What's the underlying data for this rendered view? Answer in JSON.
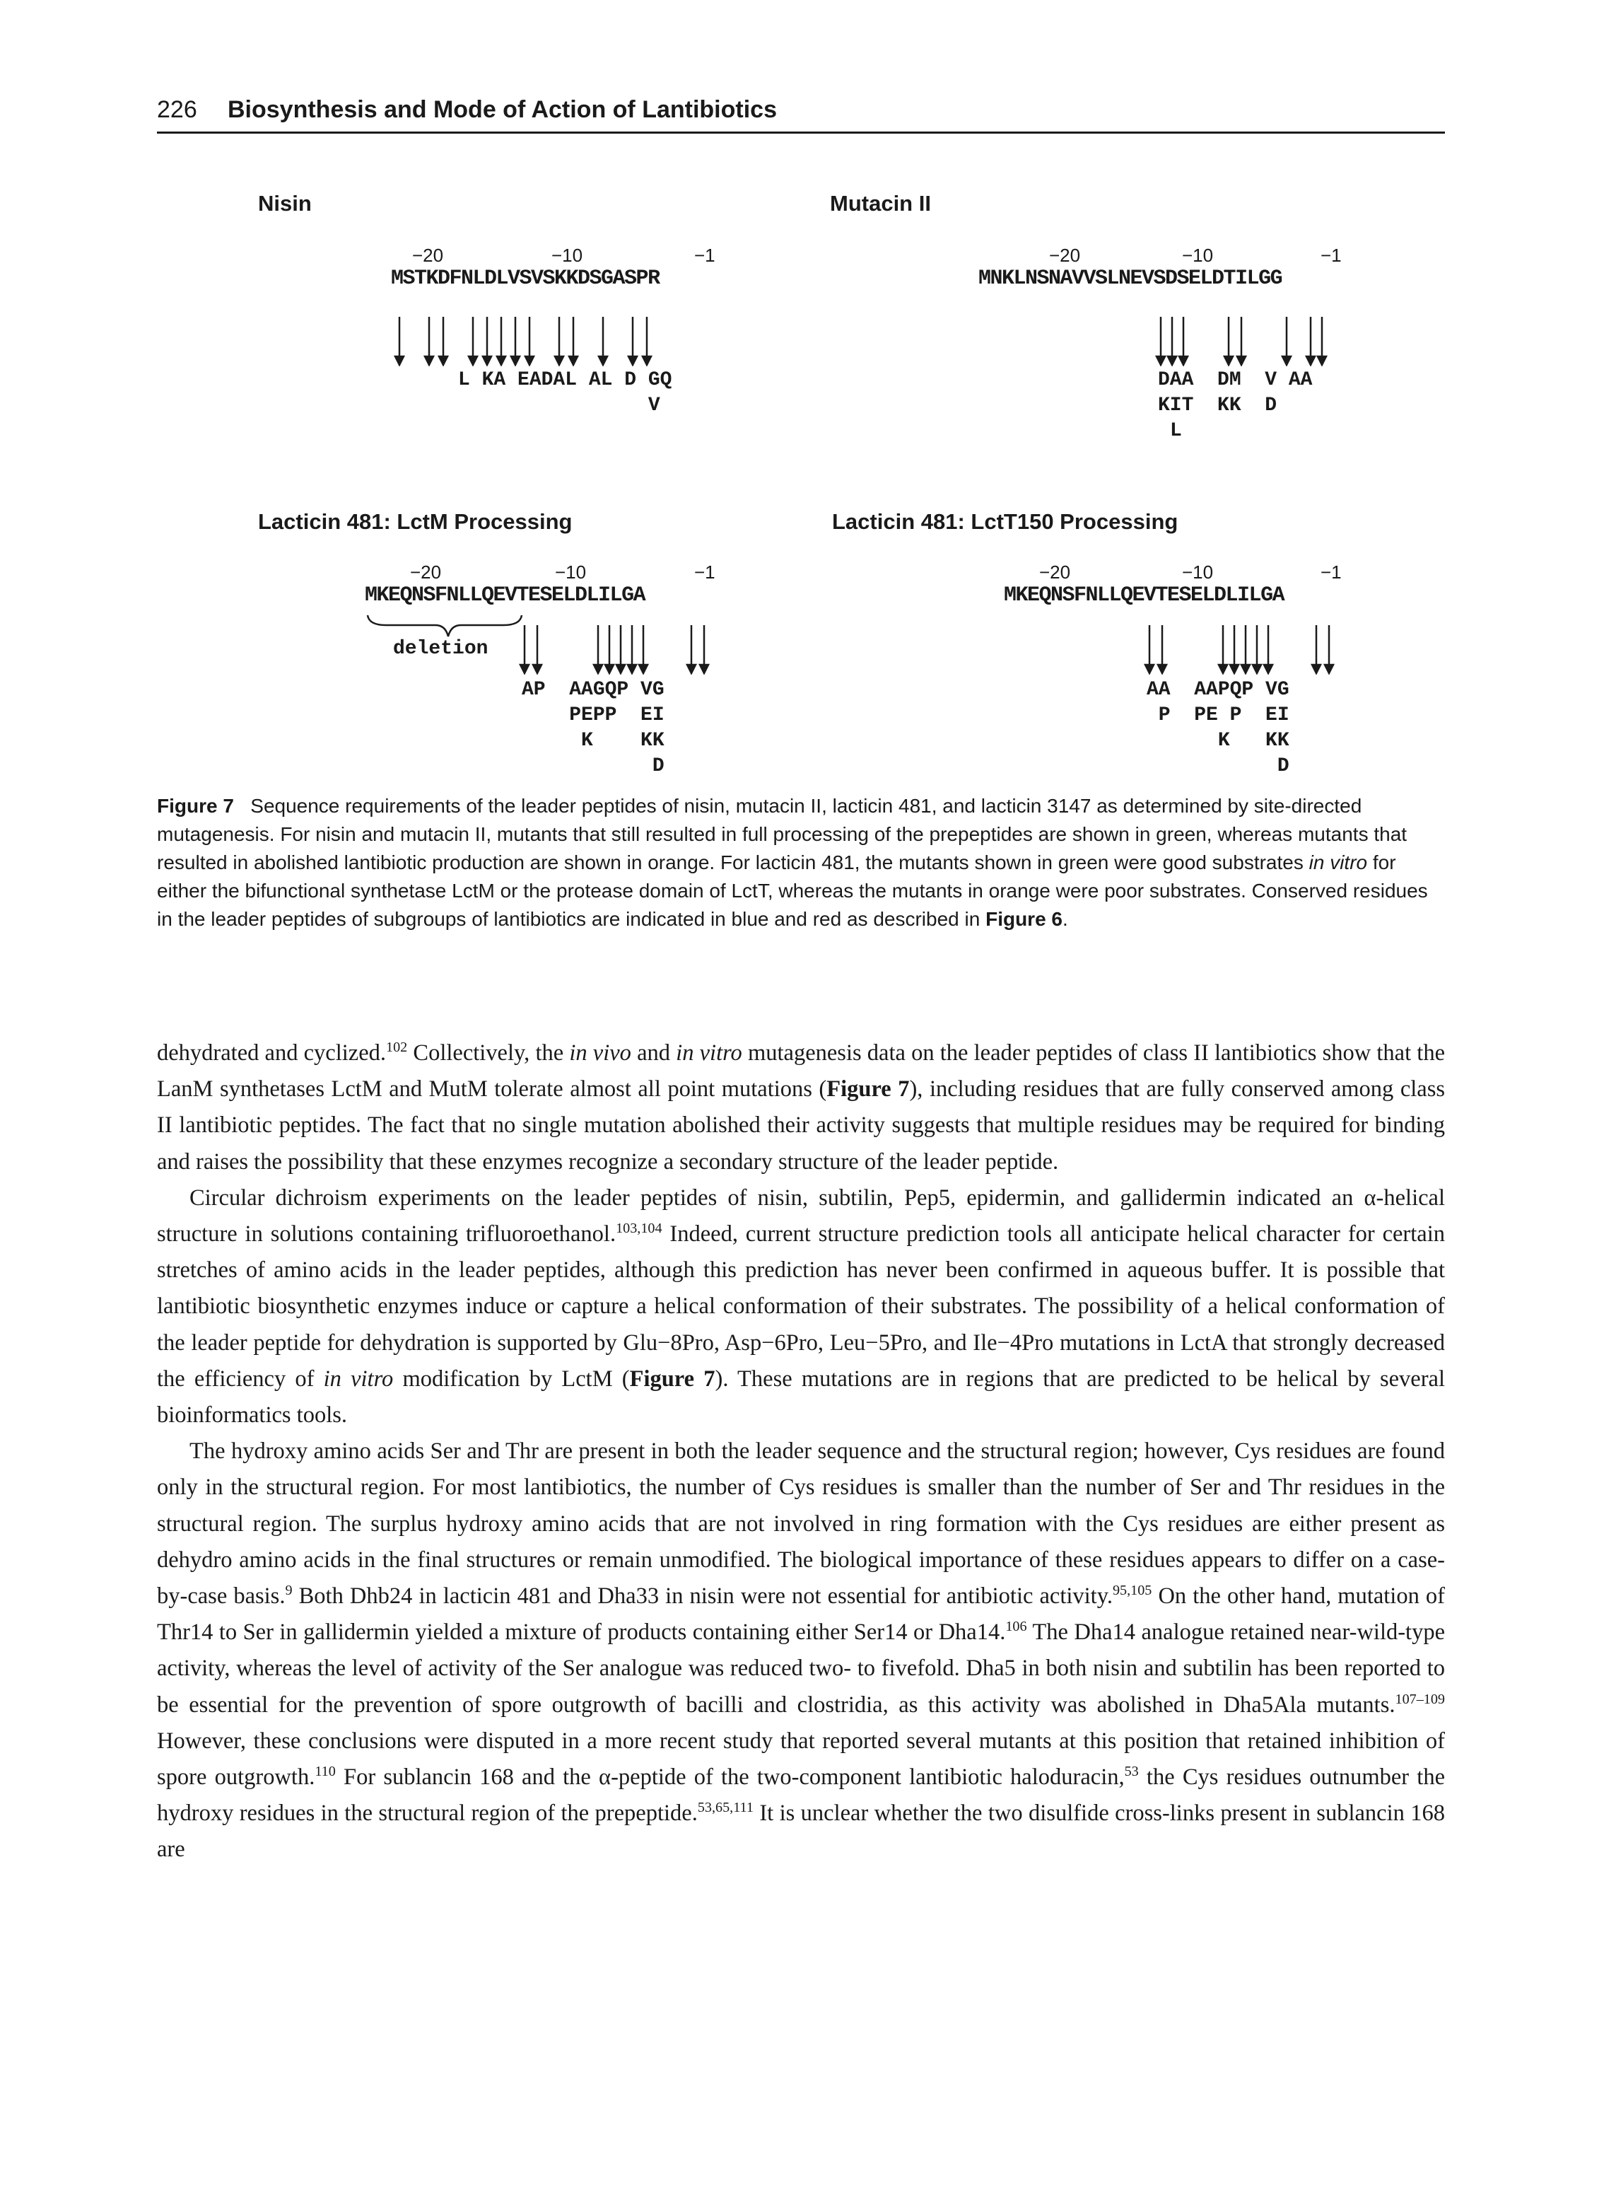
{
  "header": {
    "page_number": "226",
    "title": "Biosynthesis and Mode of Action of Lantibiotics"
  },
  "figure": {
    "panels": [
      {
        "title": "Nisin",
        "pos_m20": "−20",
        "pos_m10": "−10",
        "pos_m1": "−1",
        "sequence": "MSTKDFNLDLVSVSKKDSGASPR",
        "mutations": [
          "L KA EADAL AL D GQ",
          "                V"
        ]
      },
      {
        "title": "Mutacin II",
        "pos_m20": "−20",
        "pos_m10": "−10",
        "pos_m1": "−1",
        "sequence": "MNKLNSNAVVSLNEVSDSELDTILGG",
        "mutations": [
          "DAA  DM  V AA",
          "KIT  KK  D",
          "L"
        ]
      },
      {
        "title": "Lacticin 481: LctM Processing",
        "pos_m20": "−20",
        "pos_m10": "−10",
        "pos_m1": "−1",
        "sequence": "MKEQNSFNLLQEVTESELDLILGA",
        "deletion_label": "deletion",
        "mutations": [
          "AP  AAGQP VG",
          "    PEPP  EI",
          "     K    KK",
          "           D"
        ]
      },
      {
        "title": "Lacticin 481: LctT150 Processing",
        "pos_m20": "−20",
        "pos_m10": "−10",
        "pos_m1": "−1",
        "sequence": "MKEQNSFNLLQEVTESELDLILGA",
        "mutations": [
          "AA  AAPQP VG",
          " P  PE P  EI",
          "      K   KK",
          "           D"
        ]
      }
    ],
    "caption": {
      "label": "Figure 7",
      "text_1": "Sequence requirements of the leader peptides of nisin, mutacin II, lacticin 481, and lacticin 3147 as determined by site-directed mutagenesis. For nisin and mutacin II, mutants that still resulted in full processing of the prepeptides are shown in green, whereas mutants that resulted in abolished lantibiotic production are shown in orange. For lacticin 481, the mutants shown in green were good substrates ",
      "italic_1": "in vitro",
      "text_2": " for either the bifunctional synthetase LctM or the protease domain of LctT, whereas the mutants in orange were poor substrates. Conserved residues in the leader peptides of subgroups of lantibiotics are indicated in blue and red as described in ",
      "ref": "Figure 6",
      "end": "."
    }
  },
  "body": {
    "p1": {
      "s1": "dehydrated and cyclized.",
      "c1": "102",
      "s2": " Collectively, the ",
      "i1": "in vivo",
      "s3": " and ",
      "i2": "in vitro",
      "s4": " mutagenesis data on the leader peptides of class II lantibiotics show that the LanM synthetases LctM and MutM tolerate almost all point mutations (",
      "ref1": "Figure 7",
      "s5": "), including residues that are fully conserved among class II lantibiotic peptides. The fact that no single mutation abolished their activity suggests that multiple residues may be required for binding and raises the possibility that these enzymes recognize a secondary structure of the leader peptide."
    },
    "p2": {
      "s1": "Circular dichroism experiments on the leader peptides of nisin, subtilin, Pep5, epidermin, and gallidermin indicated an α-helical structure in solutions containing trifluoroethanol.",
      "c1": "103,104",
      "s2": " Indeed, current structure prediction tools all anticipate helical character for certain stretches of amino acids in the leader peptides, although this prediction has never been confirmed in aqueous buffer. It is possible that lantibiotic biosynthetic enzymes induce or capture a helical conformation of their substrates. The possibility of a helical conformation of the leader peptide for dehydration is supported by Glu−8Pro, Asp−6Pro, Leu−5Pro, and Ile−4Pro mutations in LctA that strongly decreased the efficiency of ",
      "i1": "in vitro",
      "s3": " modification by LctM (",
      "ref1": "Figure 7",
      "s4": "). These mutations are in regions that are predicted to be helical by several bioinformatics tools."
    },
    "p3": {
      "s1": "The hydroxy amino acids Ser and Thr are present in both the leader sequence and the structural region; however, Cys residues are found only in the structural region. For most lantibiotics, the number of Cys residues is smaller than the number of Ser and Thr residues in the structural region. The surplus hydroxy amino acids that are not involved in ring formation with the Cys residues are either present as dehydro amino acids in the final structures or remain unmodified. The biological importance of these residues appears to differ on a case-by-case basis.",
      "c1": "9",
      "s2": " Both Dhb24 in lacticin 481 and Dha33 in nisin were not essential for antibiotic activity.",
      "c2": "95,105",
      "s3": " On the other hand, mutation of Thr14 to Ser in gallidermin yielded a mixture of products containing either Ser14 or Dha14.",
      "c3": "106",
      "s4": " The Dha14 analogue retained near-wild-type activity, whereas the level of activity of the Ser analogue was reduced two- to fivefold. Dha5 in both nisin and subtilin has been reported to be essential for the prevention of spore outgrowth of bacilli and clostridia, as this activity was abolished in Dha5Ala mutants.",
      "c4": "107–109",
      "s5": " However, these conclusions were disputed in a more recent study that reported several mutants at this position that retained inhibition of spore outgrowth.",
      "c5": "110",
      "s6": " For sublancin 168 and the α-peptide of the two-component lantibiotic haloduracin,",
      "c6": "53",
      "s7": " the Cys residues outnumber the hydroxy residues in the structural region of the prepeptide.",
      "c7": "53,65,111",
      "s8": " It is unclear whether the two disulfide cross-links present in sublancin 168 are"
    }
  }
}
